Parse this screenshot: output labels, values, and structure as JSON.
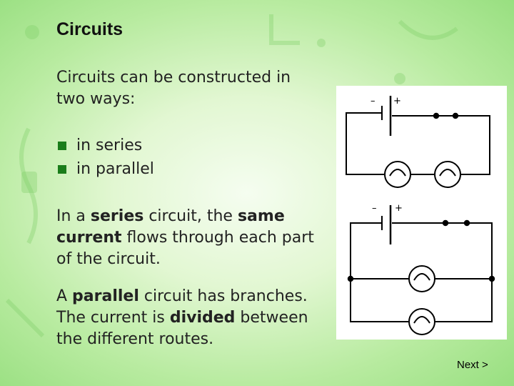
{
  "slide": {
    "title": "Circuits",
    "intro": "Circuits can be constructed in two ways:",
    "bullets": [
      "in series",
      "in parallel"
    ],
    "series_para": {
      "t1": "In a ",
      "b1": "series",
      "t2": " circuit, the ",
      "b2": "same current",
      "t3": " flows through each part of the circuit."
    },
    "parallel_para": {
      "t1": "A ",
      "b1": "parallel",
      "t2": " circuit has branches. The current is ",
      "b2": "divided",
      "t3": " between the different routes."
    }
  },
  "diagram": {
    "series": {
      "minus": "–",
      "plus": "+"
    },
    "parallel": {
      "minus": "–",
      "plus": "+"
    }
  },
  "nav": {
    "next_label": "Next >"
  },
  "colors": {
    "bullet": "#1a7d1a",
    "background": "#c8efb4"
  }
}
